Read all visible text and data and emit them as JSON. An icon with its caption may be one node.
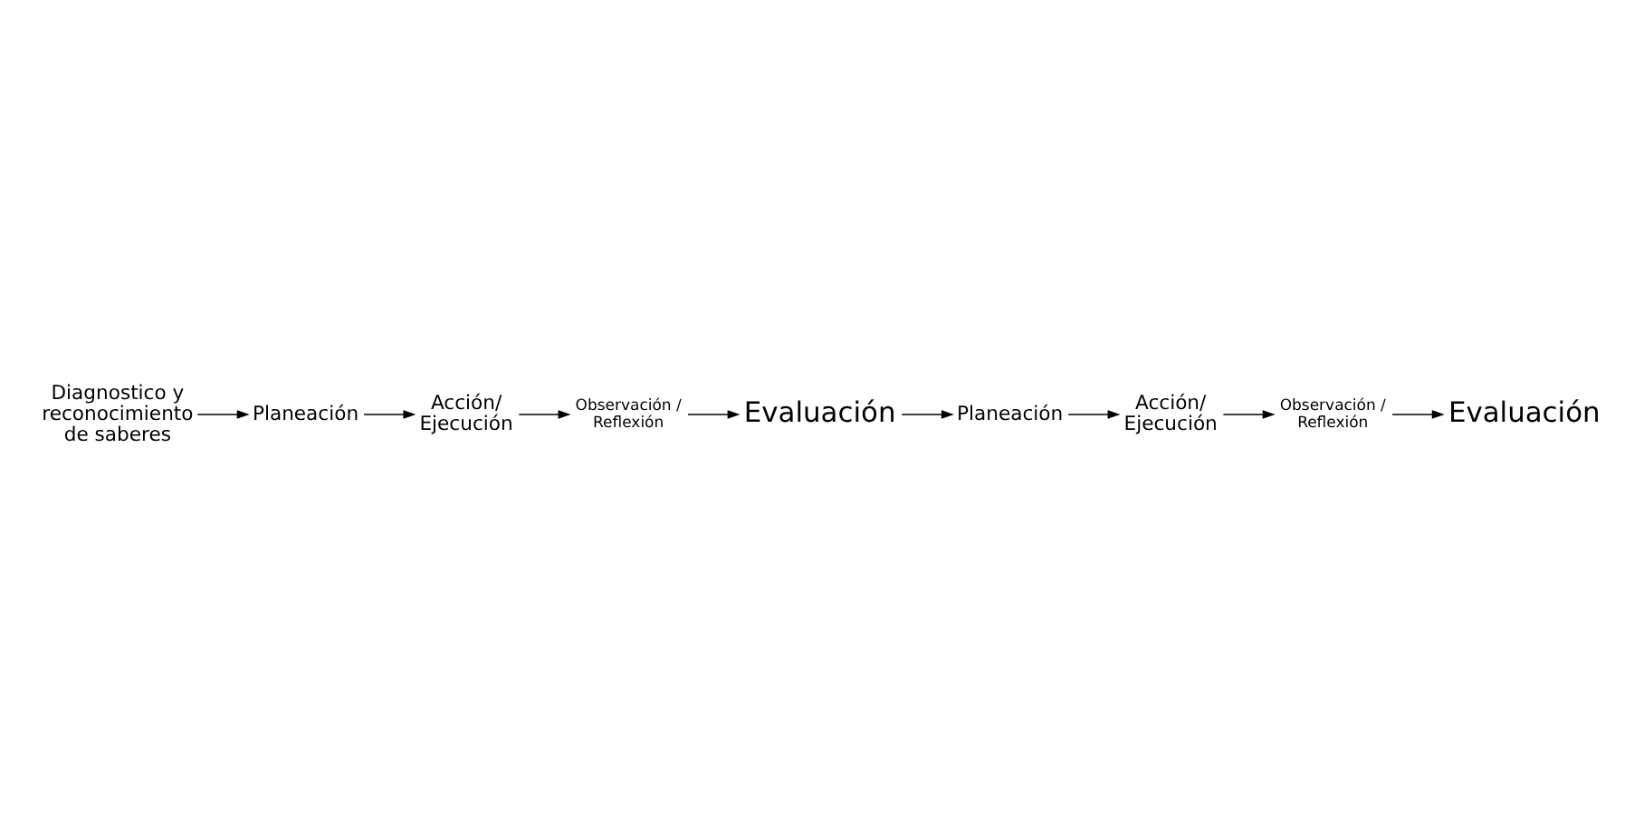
{
  "diagram": {
    "nodes": [
      {
        "text": [
          "Diagnostico y reconocimiento de saberes"
        ]
      },
      {
        "text": [
          "Planeación"
        ]
      },
      {
        "text": [
          "Acción/ Ejecución"
        ]
      },
      {
        "text": [
          "Observación / Reflexión"
        ]
      },
      {
        "text": [
          "Evaluación"
        ]
      },
      {
        "text": [
          "Planeación"
        ]
      },
      {
        "text": [
          "Acción/ Ejecución"
        ]
      },
      {
        "text": [
          "Observación / Reflexión"
        ]
      },
      {
        "text": [
          "Evaluación"
        ]
      }
    ],
    "edges": [
      {
        "from": 0,
        "to": 1,
        "arrow": "to"
      },
      {
        "from": 1,
        "to": 2,
        "arrow": "to"
      },
      {
        "from": 2,
        "to": 3,
        "arrow": "to"
      },
      {
        "from": 3,
        "to": 4,
        "arrow": "to"
      },
      {
        "from": 4,
        "to": 5,
        "arrow": "to"
      },
      {
        "from": 5,
        "to": 6,
        "arrow": "to"
      },
      {
        "from": 6,
        "to": 7,
        "arrow": "to"
      },
      {
        "from": 7,
        "to": 8,
        "arrow": "to"
      }
    ]
  }
}
